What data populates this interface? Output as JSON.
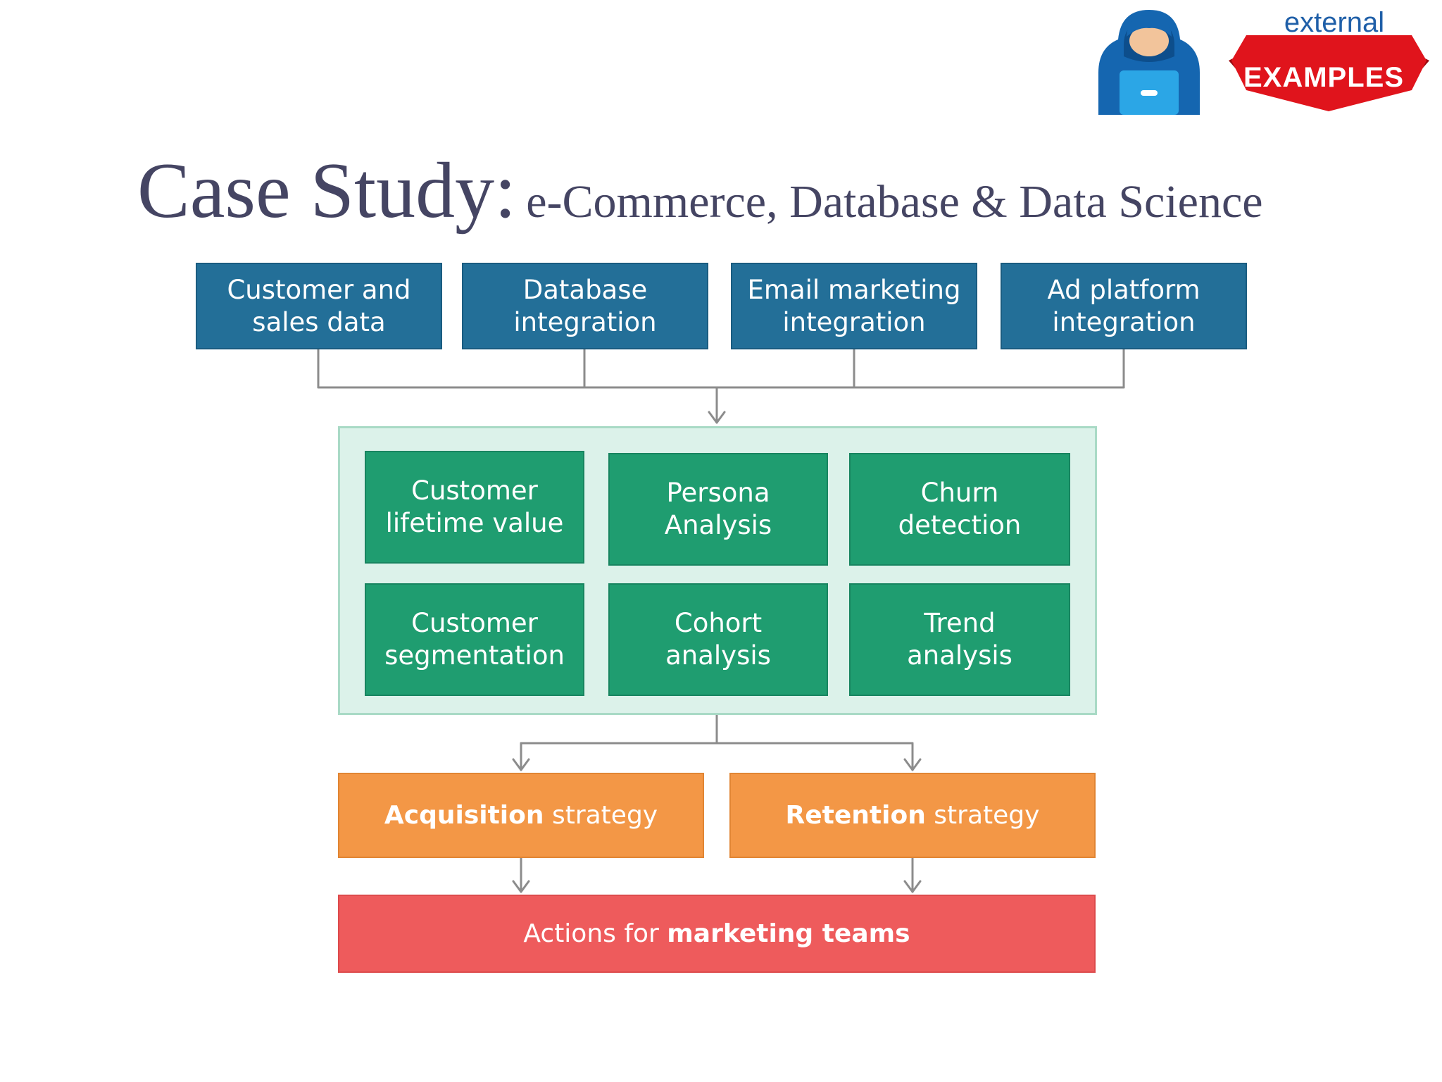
{
  "badge": {
    "top_label": "external",
    "main_label": "EXAMPLES",
    "icon": "hooded-user-icon",
    "colors": {
      "banner_red": "#e0141c",
      "hood_blue": "#1566b0",
      "face_blue": "#2ba6e6"
    }
  },
  "title": {
    "main": "Case Study:",
    "sub": "e-Commerce, Database & Data Science"
  },
  "diagram": {
    "sources": [
      "Customer and\nsales data",
      "Database\nintegration",
      "Email marketing\nintegration",
      "Ad platform\nintegration"
    ],
    "analyses": [
      "Customer\nlifetime value",
      "Persona\nAnalysis",
      "Churn\ndetection",
      "Customer\nsegmentation",
      "Cohort\nanalysis",
      "Trend\nanalysis"
    ],
    "strategies": [
      {
        "lead": "Acquisition",
        "rest": " strategy"
      },
      {
        "lead": "Retention",
        "rest": " strategy"
      }
    ],
    "action": {
      "lead": "Actions for ",
      "rest": "marketing teams"
    },
    "colors": {
      "source": "#236f98",
      "analysis": "#1f9d70",
      "panel": "#dcf2ea",
      "strategy": "#f39746",
      "action": "#ee5b5c",
      "connector": "#8c8c8c"
    }
  }
}
